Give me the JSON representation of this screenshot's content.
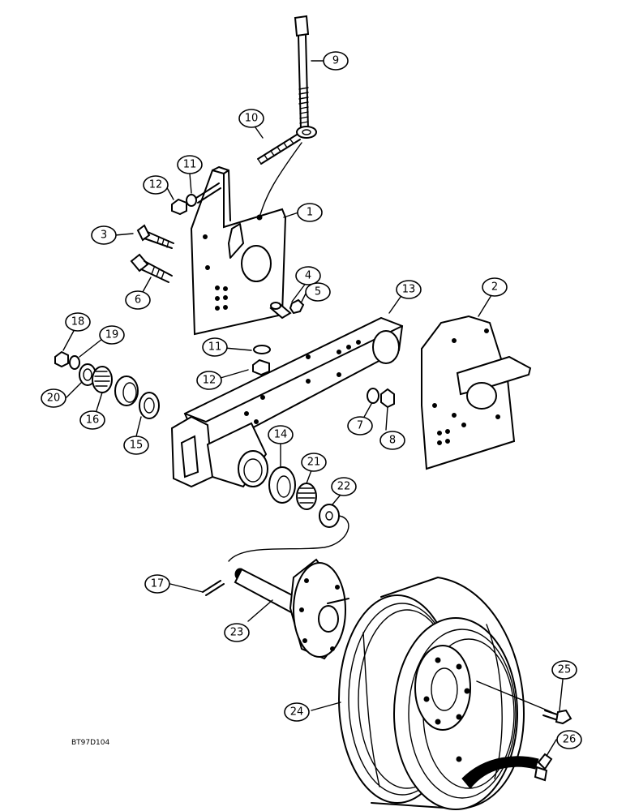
{
  "diagram_code": "BT97D104",
  "callouts": [
    "1",
    "2",
    "3",
    "4",
    "5",
    "6",
    "7",
    "8",
    "9",
    "10",
    "11",
    "11",
    "12",
    "12",
    "13",
    "14",
    "15",
    "16",
    "17",
    "18",
    "19",
    "20",
    "21",
    "22",
    "23",
    "24",
    "25",
    "26"
  ]
}
